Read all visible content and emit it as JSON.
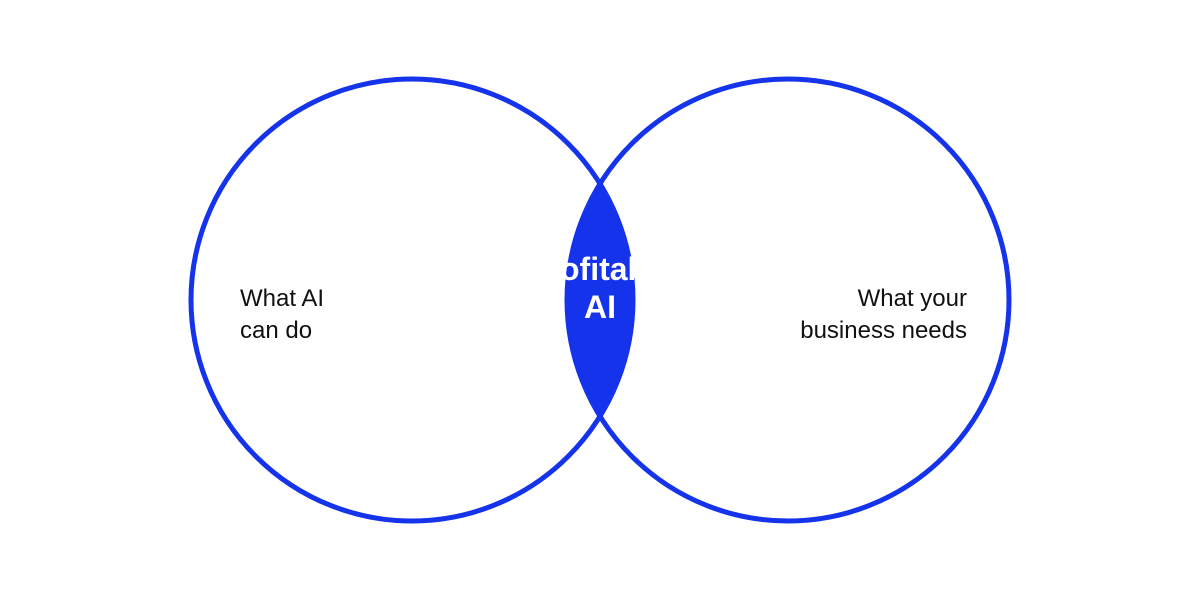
{
  "colors": {
    "accent": "#1433EB",
    "background": "#FFFFFF",
    "text": "#111111",
    "overlap_text": "#FFFFFF"
  },
  "left_set": {
    "label_line1": "What AI",
    "label_line2": "can do"
  },
  "right_set": {
    "label_line1": "What your",
    "label_line2": "business needs"
  },
  "overlap": {
    "label_line1": "Profitable",
    "label_line2": "AI"
  }
}
